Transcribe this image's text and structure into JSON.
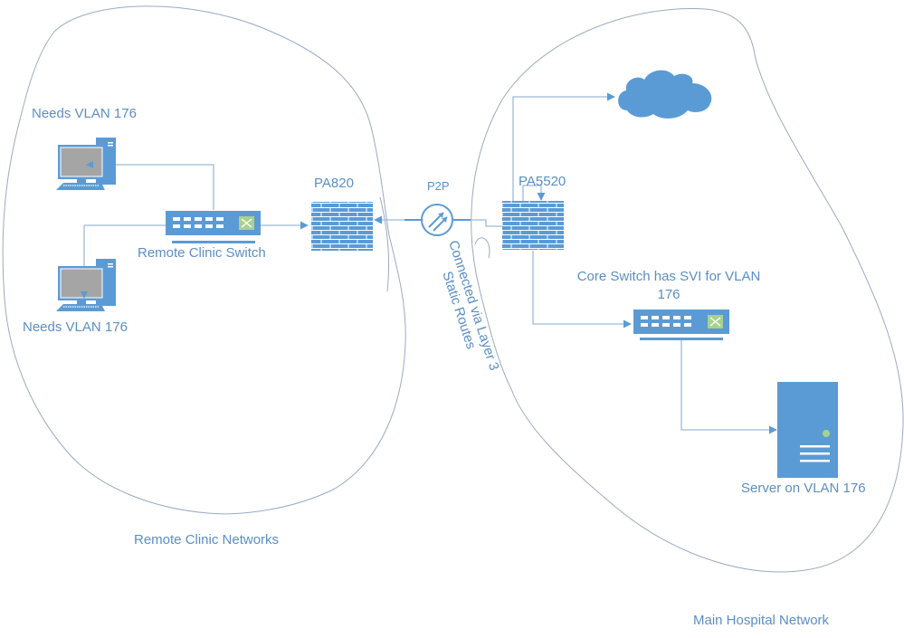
{
  "colors": {
    "icon_blue": "#5b9bd5",
    "line_blue": "#9dbbd8",
    "outline_gray": "#9aabc0",
    "label_blue": "#5b8fc4",
    "screen_gray": "#a5a5a5",
    "switch_green": "#a9d18e",
    "led_green": "#a9d18e"
  },
  "zones": {
    "remote": {
      "label": "Remote Clinic Networks"
    },
    "main": {
      "label": "Main Hospital Network"
    }
  },
  "nodes": {
    "pc_top": {
      "label": "Needs VLAN 176",
      "icon": "desktop-computer-icon"
    },
    "pc_bottom": {
      "label": "Needs VLAN 176",
      "icon": "desktop-computer-icon"
    },
    "remote_switch": {
      "label": "Remote Clinic Switch",
      "icon": "network-switch-icon"
    },
    "pa820": {
      "label": "PA820",
      "icon": "firewall-icon"
    },
    "p2p": {
      "label": "P2P",
      "icon": "p2p-link-icon"
    },
    "pa5520": {
      "label": "PA5520",
      "icon": "firewall-icon"
    },
    "internet": {
      "label": "",
      "icon": "cloud-icon"
    },
    "core_switch": {
      "label_line1": "Core Switch has SVI for VLAN",
      "label_line2": "176",
      "icon": "network-switch-icon"
    },
    "server": {
      "label": "Server on VLAN 176",
      "icon": "server-icon"
    }
  },
  "link_annotation": {
    "line1": "Connected via Layer 3",
    "line2": "Static Routes"
  }
}
